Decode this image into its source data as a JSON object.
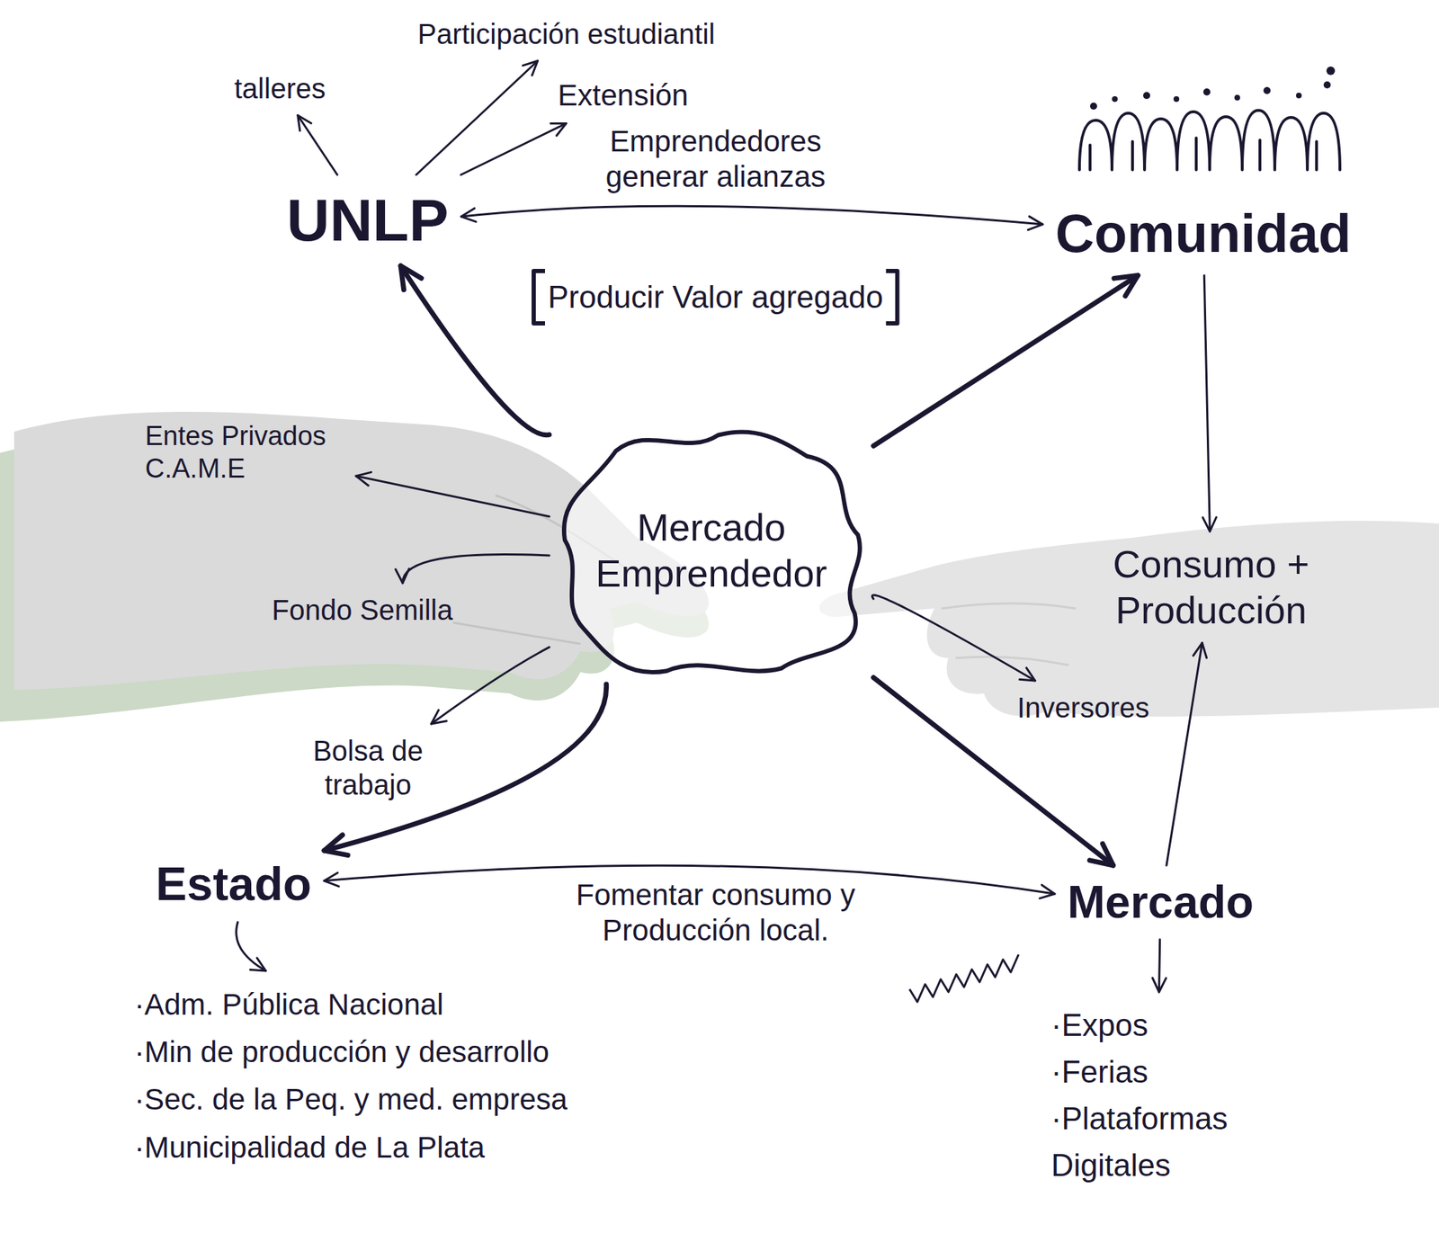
{
  "diagram": {
    "nodes": [
      {
        "text": [
          "UNLP"
        ]
      },
      {
        "text": [
          "talleres"
        ]
      },
      {
        "text": [
          "Participación estudiantil"
        ]
      },
      {
        "text": [
          "Extensión"
        ]
      },
      {
        "text": [
          "Comunidad"
        ]
      },
      {
        "text": [
          "Entes Privados C.A.M.E"
        ]
      },
      {
        "text": [
          "Mercado Emprendedor"
        ]
      },
      {
        "text": [
          "Consumo + Producción"
        ]
      },
      {
        "text": [
          "Fondo Semilla"
        ]
      },
      {
        "text": [
          "Inversores"
        ]
      },
      {
        "text": [
          "Bolsa de trabajo"
        ]
      },
      {
        "text": [
          "Estado"
        ]
      },
      {
        "text": [
          "Mercado"
        ]
      },
      {
        "text": [
          "·Adm. Pública Nacional",
          "·Min de producción y desarrollo",
          "·Sec. de la Peq. y med. empresa",
          "·Municipalidad de La Plata"
        ]
      },
      {
        "text": [
          "·Expos",
          "·Ferias",
          "·Plataformas Digitales"
        ]
      }
    ],
    "edges": [
      {
        "from": 6,
        "to": 0,
        "arrow": "to"
      },
      {
        "from": 6,
        "to": 4,
        "arrow": "to"
      },
      {
        "from": 6,
        "to": 11,
        "arrow": "to"
      },
      {
        "from": 6,
        "to": 12,
        "arrow": "to"
      },
      {
        "from": 0,
        "to": 1,
        "arrow": "to"
      },
      {
        "from": 0,
        "to": 2,
        "arrow": "to"
      },
      {
        "from": 0,
        "to": 3,
        "arrow": "to"
      },
      {
        "from": 0,
        "to": 4,
        "label": "Emprendedores generar alianzas",
        "arrow": "both"
      },
      {
        "from": 6,
        "to": 5,
        "arrow": "to"
      },
      {
        "from": 6,
        "to": 8,
        "arrow": "to"
      },
      {
        "from": 6,
        "to": 10,
        "arrow": "to"
      },
      {
        "from": 6,
        "to": 9,
        "arrow": "to"
      },
      {
        "from": 4,
        "to": 7,
        "arrow": "to"
      },
      {
        "from": 12,
        "to": 7,
        "arrow": "to"
      },
      {
        "from": 11,
        "to": 13,
        "arrow": "to"
      },
      {
        "from": 12,
        "to": 14,
        "arrow": "to"
      },
      {
        "from": 11,
        "to": 12,
        "label": "Fomentar consumo y Producción local.",
        "arrow": "both"
      }
    ],
    "labels": [
      "Producir Valor agregado"
    ]
  }
}
